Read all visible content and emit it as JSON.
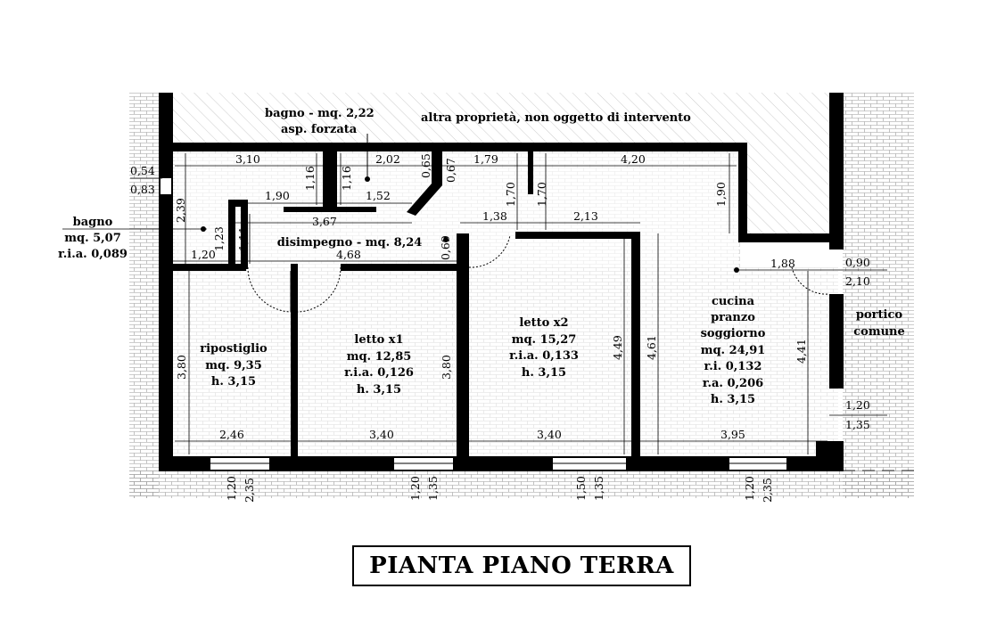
{
  "title": "PIANTA PIANO TERRA",
  "header_notes": {
    "bagno_small": "bagno - mq. 2,22",
    "asp": "asp. forzata",
    "altra": "altra proprietà, non oggetto di intervento"
  },
  "rooms": {
    "bagno": [
      "bagno",
      "mq. 5,07",
      "r.i.a. 0,089"
    ],
    "disimpegno": "disimpegno - mq. 8,24",
    "ripostiglio": [
      "ripostiglio",
      "mq. 9,35",
      "h. 3,15"
    ],
    "letto1": [
      "letto x1",
      "mq. 12,85",
      "r.i.a. 0,126",
      "h. 3,15"
    ],
    "letto2": [
      "letto x2",
      "mq. 15,27",
      "r.i.a. 0,133",
      "h. 3,15"
    ],
    "cucina": [
      "cucina",
      "pranzo",
      "soggiorno",
      "mq. 24,91",
      "r.i. 0,132",
      "r.a. 0,206",
      "h. 3,15"
    ],
    "portico": [
      "portico",
      "comune"
    ]
  },
  "dims": {
    "d310": "3,10",
    "d116a": "1,16",
    "d116b": "1,16",
    "d202": "2,02",
    "d065": "0,65",
    "d067": "0,67",
    "d179": "1,79",
    "d170a": "1,70",
    "d170b": "1,70",
    "d420": "4,20",
    "d190a": "1,90",
    "d190b": "1,90",
    "d152": "1,52",
    "d367": "3,67",
    "d138": "1,38",
    "d213": "2,13",
    "d054": "0,54",
    "d083": "0,83",
    "d239": "2,39",
    "d123": "1,23",
    "d111": "1,11",
    "d120a": "1,20",
    "d468": "4,68",
    "d069": "0,69",
    "d188": "1,88",
    "d090": "0,90",
    "d210": "2,10",
    "d380a": "3,80",
    "d380b": "3,80",
    "d449": "4,49",
    "d461": "4,61",
    "d441": "4,41",
    "d246": "2,46",
    "d340a": "3,40",
    "d340b": "3,40",
    "d395": "3,95",
    "d120b": "1,20",
    "d135a": "1,35",
    "w1a": "1,20",
    "w1b": "2,35",
    "w2a": "1,20",
    "w2b": "1,35",
    "w3a": "1,50",
    "w3b": "1,35",
    "w4a": "1,20",
    "w4b": "2,35"
  }
}
